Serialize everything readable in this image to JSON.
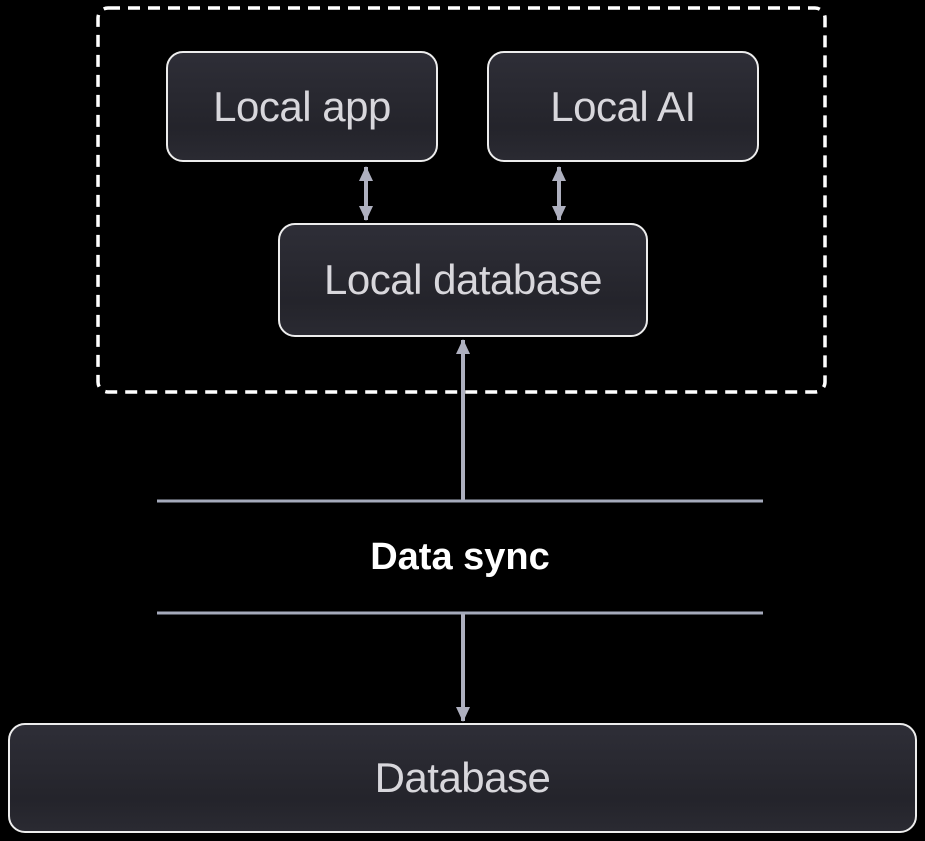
{
  "diagram": {
    "title_hint": "local-first data sync architecture diagram",
    "nodes": {
      "local_app": {
        "label": "Local app"
      },
      "local_ai": {
        "label": "Local AI"
      },
      "local_database": {
        "label": "Local database"
      },
      "database": {
        "label": "Database"
      }
    },
    "labels": {
      "data_sync": "Data sync"
    },
    "edges": [
      {
        "from": "local_app",
        "to": "local_database",
        "style": "double-arrow"
      },
      {
        "from": "local_ai",
        "to": "local_database",
        "style": "double-arrow"
      },
      {
        "from": "data_sync_boundary",
        "to": "local_database",
        "style": "arrow-up"
      },
      {
        "from": "data_sync_boundary",
        "to": "database",
        "style": "arrow-down"
      }
    ],
    "colors": {
      "background": "#000000",
      "box_fill_top": "#2e2e37",
      "box_fill_bottom": "#24242b",
      "box_border": "#ededed",
      "box_text": "#d8d7dc",
      "arrow": "#aeb0bf",
      "sync_line": "#a5aabb",
      "dashed_border": "#ffffff",
      "sync_text": "#ffffff"
    }
  }
}
